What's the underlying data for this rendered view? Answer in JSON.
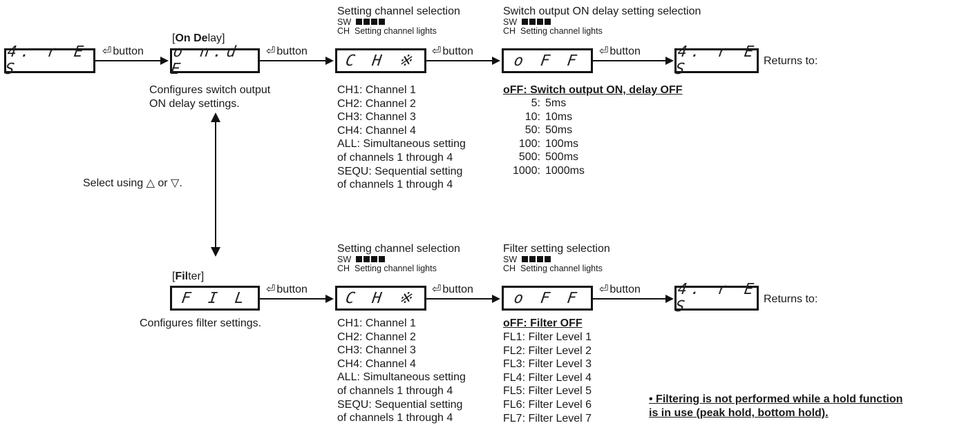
{
  "displays": {
    "ch_sel": "4. r E S",
    "on_delay": "o n.d E",
    "setting_ch": "C H ※",
    "off": "o F F",
    "return": "4. r E S",
    "filter": "F I L"
  },
  "button_label": "button",
  "button_icon": "⏎",
  "on_delay": {
    "title_prefix": "[",
    "title_bold": "On De",
    "title_suffix": "lay]",
    "desc_line1": "Configures switch output",
    "desc_line2": "ON delay settings."
  },
  "filter": {
    "title_prefix": "[",
    "title_bold": "Fil",
    "title_suffix": "ter]",
    "desc": "Configures filter settings."
  },
  "select_label": "Select using △ or ▽.",
  "channel_header": {
    "title": "Setting channel selection",
    "sw": "SW",
    "ch": "CH",
    "ch_text": "Setting channel lights"
  },
  "delay_header": "Switch output ON delay setting selection",
  "filter_header": "Filter setting selection",
  "returns_to": "Returns to:",
  "channel_list": [
    "CH1: Channel 1",
    "CH2: Channel 2",
    "CH3: Channel 3",
    "CH4: Channel 4",
    "ALL: Simultaneous setting",
    "of channels 1 through 4",
    "SEQU: Sequential setting",
    "of channels 1 through 4"
  ],
  "delay_title": "oFF: Switch output ON, delay OFF",
  "delay_options": [
    {
      "key": "5:",
      "val": "5ms"
    },
    {
      "key": "10:",
      "val": "10ms"
    },
    {
      "key": "50:",
      "val": "50ms"
    },
    {
      "key": "100:",
      "val": "100ms"
    },
    {
      "key": "500:",
      "val": "500ms"
    },
    {
      "key": "1000:",
      "val": "1000ms"
    }
  ],
  "filter_title": "oFF: Filter OFF",
  "filter_options": [
    "FL1: Filter Level 1",
    "FL2: Filter Level 2",
    "FL3: Filter Level 3",
    "FL4: Filter Level 4",
    "FL5: Filter Level 5",
    "FL6: Filter Level 6",
    "FL7: Filter Level 7"
  ],
  "note_line1": "• Filtering is not performed while a hold function",
  "note_line2": "is in use (peak hold, bottom hold)."
}
